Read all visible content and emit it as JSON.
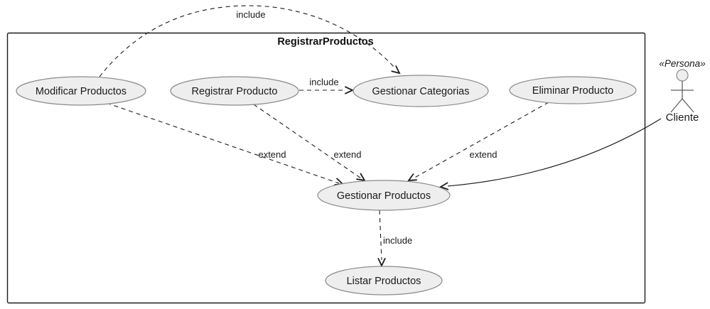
{
  "diagram": {
    "type": "uml-use-case",
    "system_label": "RegistrarProductos",
    "colors": {
      "background": "#ffffff",
      "node_fill": "#eeeeee",
      "node_border": "#8a8a8a",
      "line": "#1c1c1c",
      "text": "#1a1a1a"
    }
  },
  "usecases": [
    {
      "label": "Modificar Productos"
    },
    {
      "label": "Registrar Producto"
    },
    {
      "label": "Gestionar Categorias"
    },
    {
      "label": "Eliminar Producto"
    },
    {
      "label": "Gestionar Productos"
    },
    {
      "label": "Listar Productos"
    }
  ],
  "actor": {
    "stereotype": "«Persona»",
    "name": "Cliente"
  },
  "edges": [
    {
      "from": "Modificar Productos",
      "to": "Gestionar Categorias",
      "label": "include",
      "style": "dashed"
    },
    {
      "from": "Registrar Producto",
      "to": "Gestionar Categorias",
      "label": "include",
      "style": "dashed"
    },
    {
      "from": "Modificar Productos",
      "to": "Gestionar Productos",
      "label": "extend",
      "style": "dashed"
    },
    {
      "from": "Registrar Producto",
      "to": "Gestionar Productos",
      "label": "extend",
      "style": "dashed"
    },
    {
      "from": "Eliminar Producto",
      "to": "Gestionar Productos",
      "label": "extend",
      "style": "dashed"
    },
    {
      "from": "Cliente",
      "to": "Gestionar Productos",
      "label": "",
      "style": "solid"
    },
    {
      "from": "Gestionar Productos",
      "to": "Listar Productos",
      "label": "include",
      "style": "dashed"
    }
  ]
}
